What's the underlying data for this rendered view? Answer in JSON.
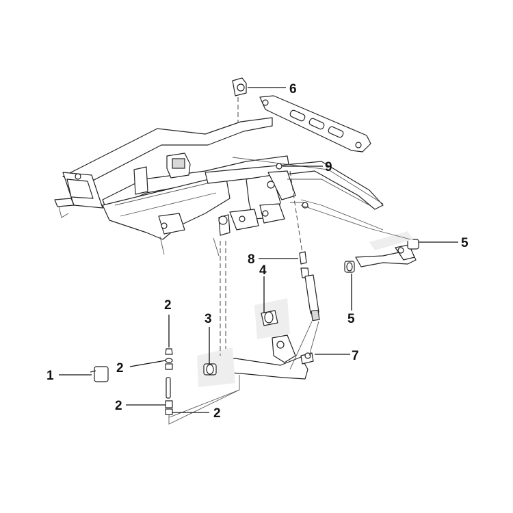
{
  "callouts": [
    {
      "id": "c1",
      "label": "1"
    },
    {
      "id": "c2a",
      "label": "2"
    },
    {
      "id": "c2b",
      "label": "2"
    },
    {
      "id": "c2c",
      "label": "2"
    },
    {
      "id": "c2d",
      "label": "2"
    },
    {
      "id": "c3",
      "label": "3"
    },
    {
      "id": "c4",
      "label": "4"
    },
    {
      "id": "c5a",
      "label": "5"
    },
    {
      "id": "c5b",
      "label": "5"
    },
    {
      "id": "c6",
      "label": "6"
    },
    {
      "id": "c7",
      "label": "7"
    },
    {
      "id": "c8",
      "label": "8"
    },
    {
      "id": "c9",
      "label": "9"
    }
  ]
}
